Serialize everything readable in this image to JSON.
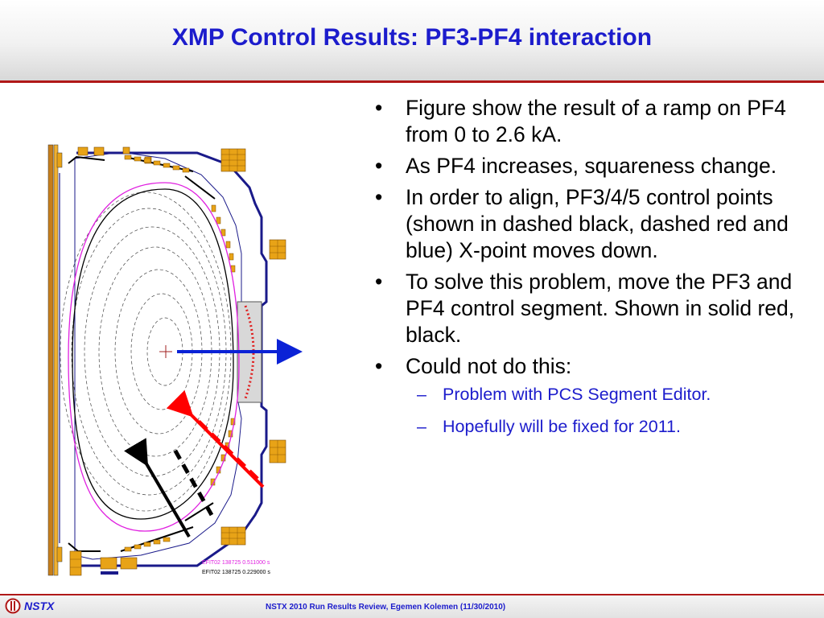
{
  "header": {
    "title": "XMP Control Results: PF3-PF4 interaction"
  },
  "bullets": [
    {
      "text": "Figure show the result of a ramp on PF4 from 0 to 2.6 kA."
    },
    {
      "text": "As PF4 increases, squareness change."
    },
    {
      "text": "In order to align, PF3/4/5 control points (shown in dashed black, dashed red and blue) X-point moves down."
    },
    {
      "text": "To solve this problem, move the PF3 and PF4 control segment. Shown in solid red, black."
    },
    {
      "text": "Could not do this:"
    }
  ],
  "sub_bullets": [
    {
      "text": "Problem with PCS Segment Editor."
    },
    {
      "text": "Hopefully will be fixed for 2011."
    }
  ],
  "figure": {
    "efit_label_1": "EFIT02  138725  0.511000 s",
    "efit_label_2": "EFIT02  138725  0.229000 s"
  },
  "footer": {
    "logo_text": "NSTX",
    "citation": "NSTX 2010 Run Results Review,  Egemen Kolemen (11/30/2010)"
  },
  "colors": {
    "title": "#1c1ccc",
    "accent_line": "#b01818",
    "coil": "#e8a317",
    "arrow_red": "#ff0000",
    "arrow_blue": "#0b22d6",
    "separatrix_magenta": "#e020e0"
  }
}
